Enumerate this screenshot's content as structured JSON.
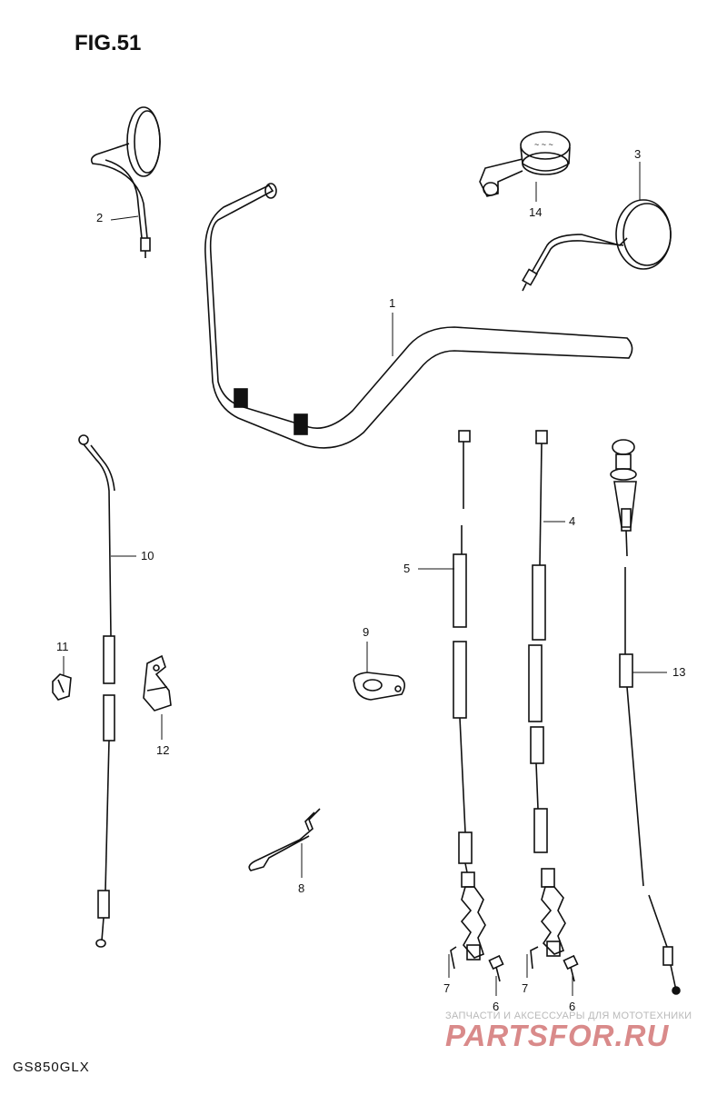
{
  "figure": {
    "title": "FIG.51",
    "model": "GS850GLX"
  },
  "callouts": [
    {
      "id": "1"
    },
    {
      "id": "2"
    },
    {
      "id": "3"
    },
    {
      "id": "4"
    },
    {
      "id": "5"
    },
    {
      "id": "6"
    },
    {
      "id": "6"
    },
    {
      "id": "7"
    },
    {
      "id": "7"
    },
    {
      "id": "8"
    },
    {
      "id": "9"
    },
    {
      "id": "10"
    },
    {
      "id": "11"
    },
    {
      "id": "12"
    },
    {
      "id": "13"
    },
    {
      "id": "14"
    }
  ],
  "watermark": {
    "tagline": "ЗАПЧАСТИ И АКСЕССУАРЫ ДЛЯ МОТОТЕХНИКИ",
    "brand": "PARTSFOR.RU",
    "color": "#d98a8a"
  }
}
